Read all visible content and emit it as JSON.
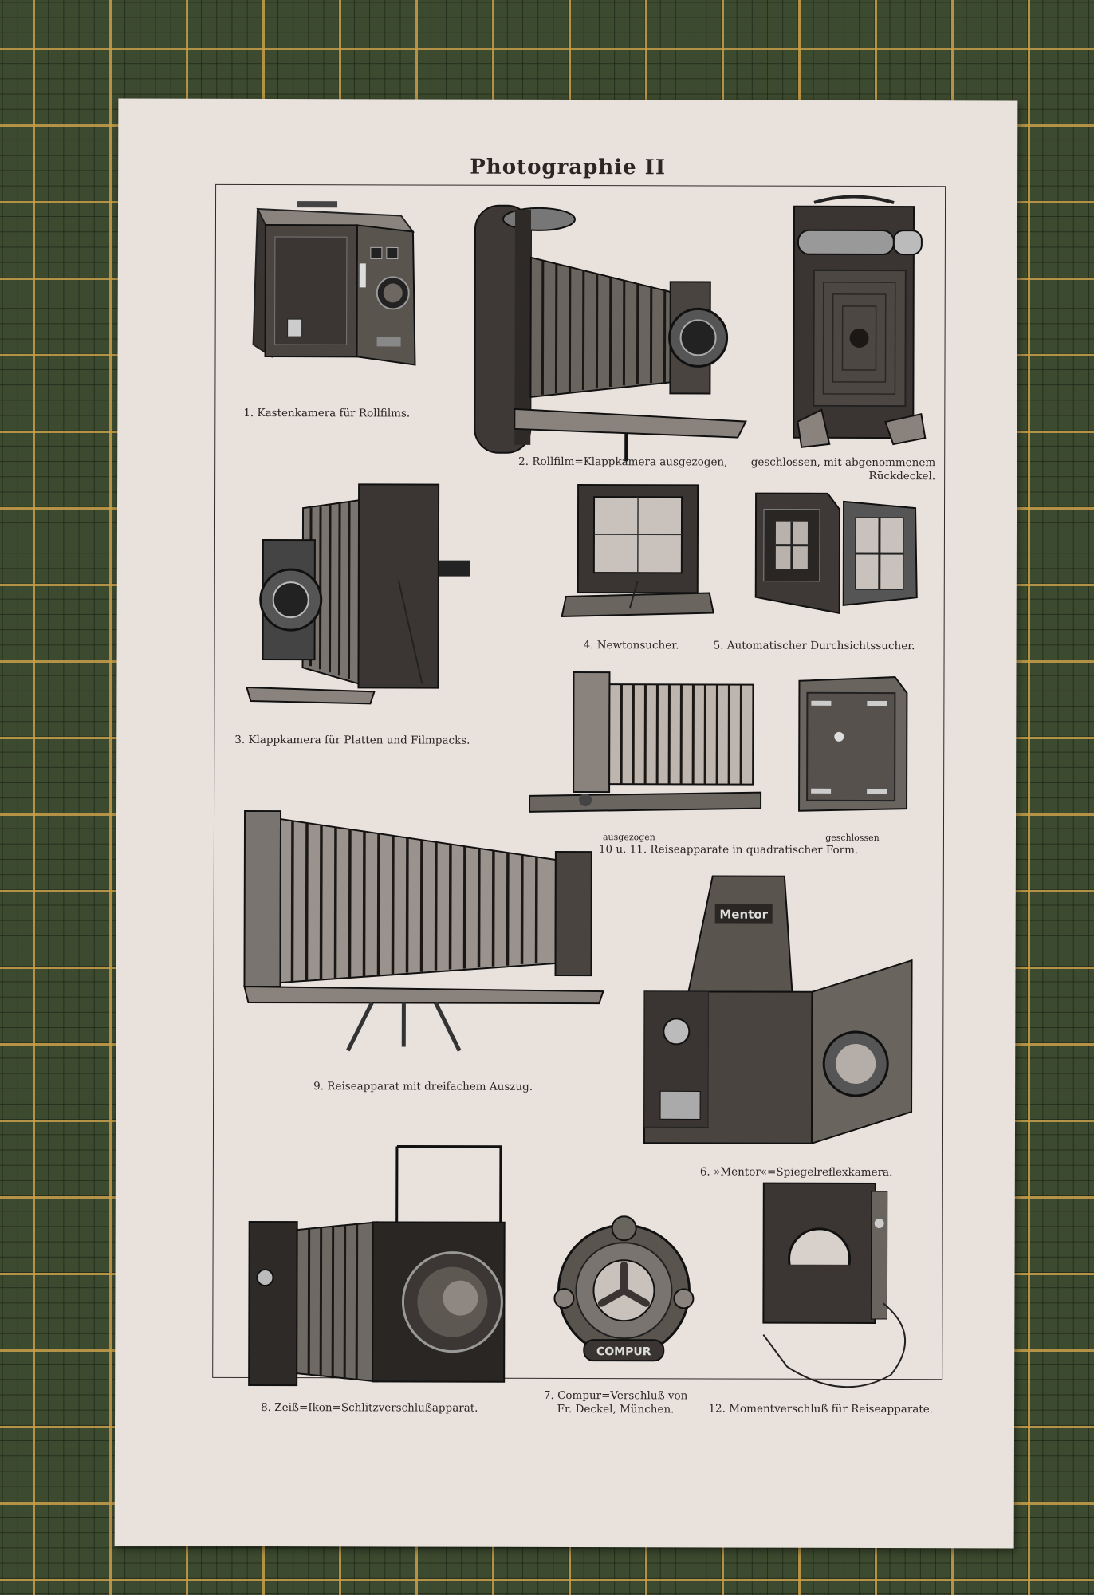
{
  "title": "Photographie II",
  "captions": {
    "c1": "1. Kastenkamera für Rollfilms.",
    "c2": "2. Rollfilm=Klappkamera ausgezogen,",
    "c2b_line1": "geschlossen, mit abgenommenem",
    "c2b_line2": "Rückdeckel.",
    "c3": "3. Klappkamera für Platten und Filmpacks.",
    "c4": "4. Newtonsucher.",
    "c5": "5. Automatischer Durchsichtssucher.",
    "c10_small": "ausgezogen",
    "c11_small": "geschlossen",
    "c10_11": "10 u. 11. Reiseapparate in quadratischer Form.",
    "c9": "9. Reiseapparat mit dreifachem Auszug.",
    "c6": "6. »Mentor«=Spiegelreflexkamera.",
    "c8": "8. Zeiß=Ikon=Schlitzverschlußapparat.",
    "c7_line1": "7. Compur=Verschluß von",
    "c7_line2": "Fr. Deckel, München.",
    "c12": "12. Momentverschluß für Reiseapparate."
  },
  "illustration_text": {
    "mentor_label": "Mentor",
    "compur_label": "COMPUR"
  }
}
